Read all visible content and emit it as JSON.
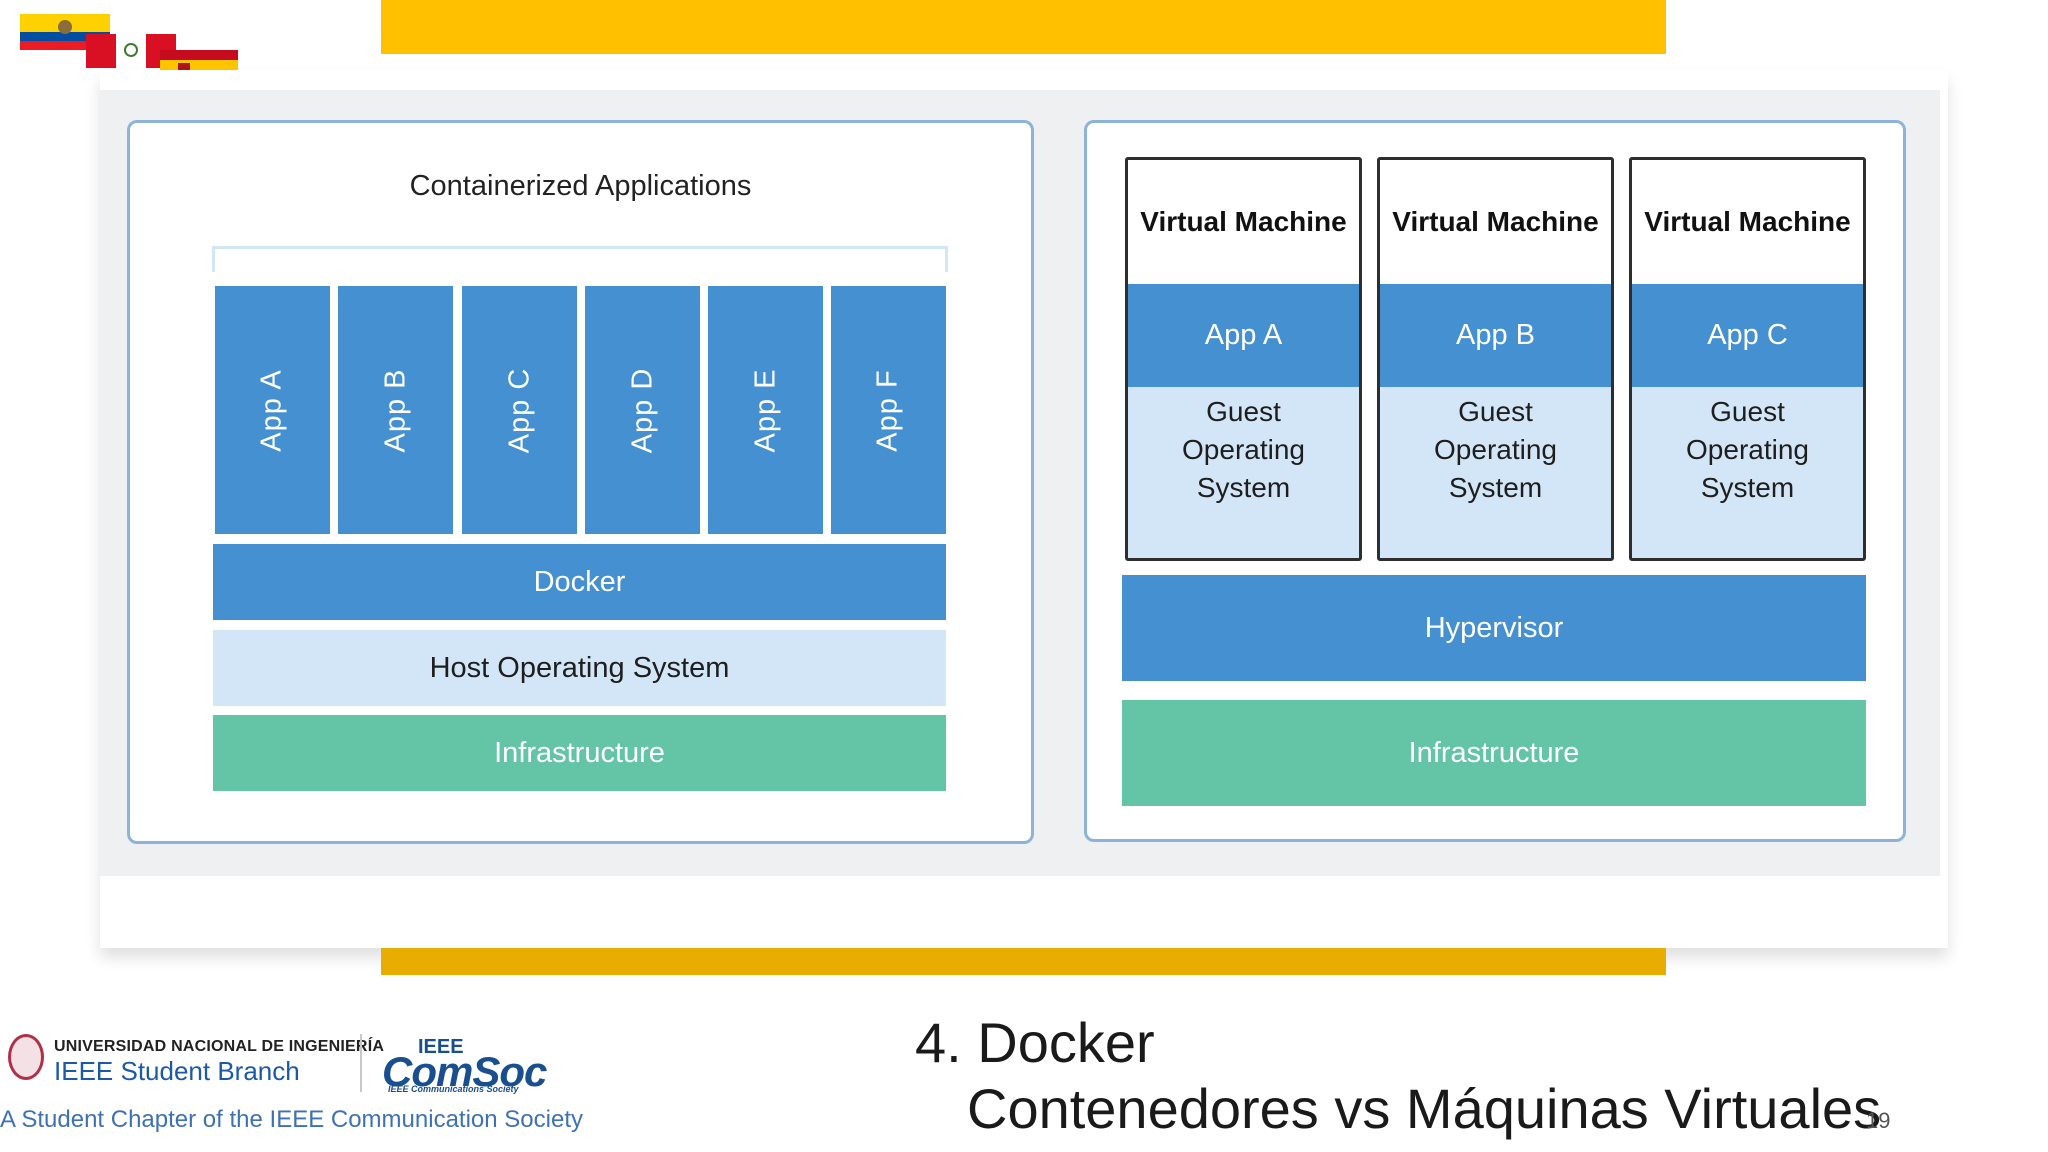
{
  "colors": {
    "accent_yellow": "#ffc000",
    "app_blue": "#4590d1",
    "light_blue": "#d3e6f7",
    "infra_green": "#63c4a6",
    "panel_border": "#8db4d8"
  },
  "diagram": {
    "containers": {
      "title": "Containerized Applications",
      "apps": [
        "App A",
        "App B",
        "App C",
        "App D",
        "App E",
        "App F"
      ],
      "docker": "Docker",
      "host_os": "Host Operating System",
      "infrastructure": "Infrastructure"
    },
    "vms": {
      "machines": [
        {
          "title": "Virtual Machine",
          "app": "App A",
          "guest": [
            "Guest",
            "Operating",
            "System"
          ]
        },
        {
          "title": "Virtual Machine",
          "app": "App B",
          "guest": [
            "Guest",
            "Operating",
            "System"
          ]
        },
        {
          "title": "Virtual Machine",
          "app": "App C",
          "guest": [
            "Guest",
            "Operating",
            "System"
          ]
        }
      ],
      "hypervisor": "Hypervisor",
      "infrastructure": "Infrastructure"
    }
  },
  "slide": {
    "title_line1": "4. Docker",
    "title_line2": "Contenedores vs Máquinas Virtuales",
    "page_number": "19"
  },
  "branding": {
    "university": "UNIVERSIDAD NACIONAL DE INGENIERÍA",
    "branch": "IEEE Student Branch",
    "comsoc_top": "IEEE",
    "comsoc_main": "ComSoc",
    "comsoc_sub": "IEEE Communications Society",
    "chapter": "A Student Chapter of the IEEE Communication Society"
  }
}
